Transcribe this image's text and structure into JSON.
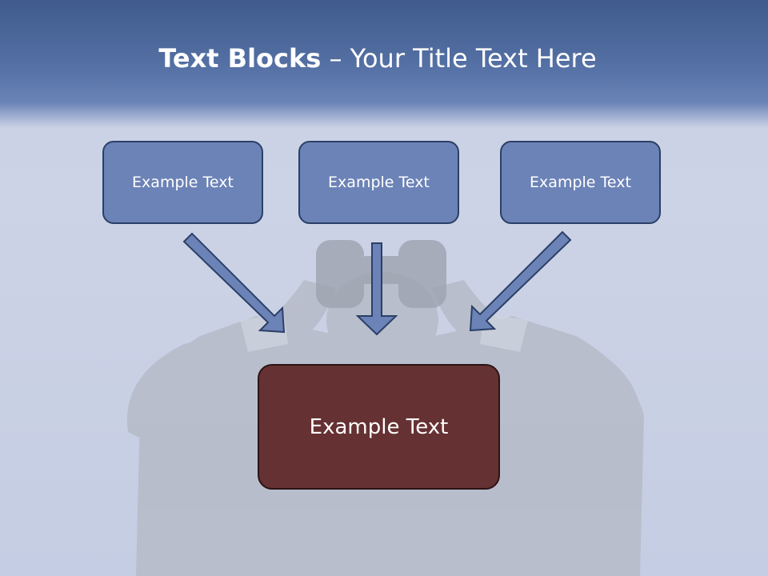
{
  "title": {
    "bold": "Text Blocks",
    "separator": " – ",
    "rest": "Your Title Text Here"
  },
  "blocks": [
    {
      "label": "Example Text"
    },
    {
      "label": "Example Text"
    },
    {
      "label": "Example Text"
    }
  ],
  "center_block": {
    "label": "Example Text"
  },
  "colors": {
    "header": "#4a6399",
    "box_fill": "#6c83b7",
    "box_border": "#2b3f66",
    "center_fill": "#663133",
    "arrow_fill": "#6c83b7"
  }
}
